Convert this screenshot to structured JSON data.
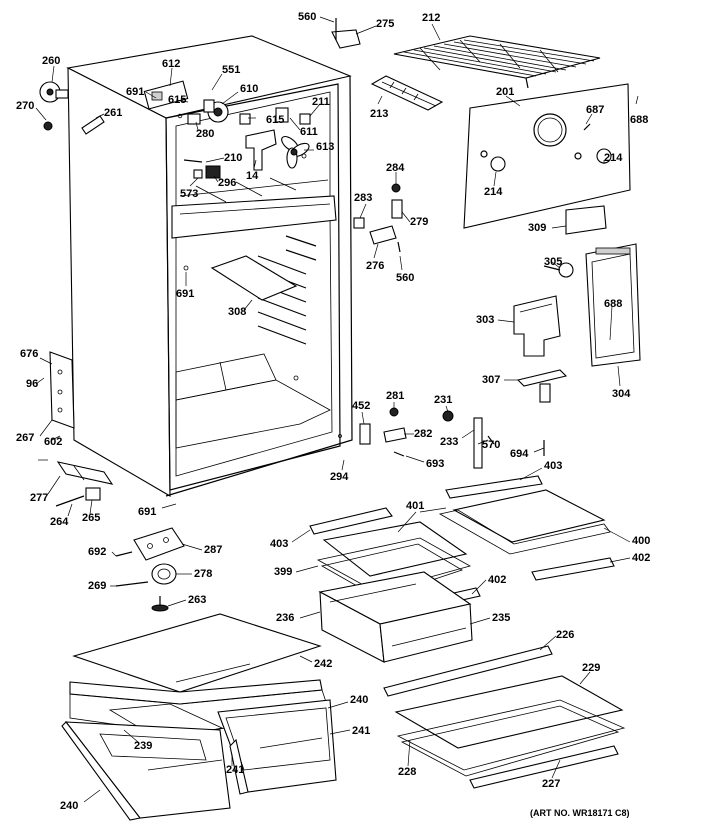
{
  "labels": {
    "p560a": "560",
    "p275": "275",
    "p212": "212",
    "p260": "260",
    "p270": "270",
    "p612": "612",
    "p551": "551",
    "p691a": "691",
    "p615a": "615",
    "p610": "610",
    "p261": "261",
    "p280": "280",
    "p615b": "615",
    "p211": "211",
    "p611": "611",
    "p210": "210",
    "p613": "613",
    "p573": "573",
    "p296": "296",
    "p14": "14",
    "p213": "213",
    "p201": "201",
    "p687": "687",
    "p688a": "688",
    "p214a": "214",
    "p214b": "214",
    "p284": "284",
    "p283": "283",
    "p279": "279",
    "p276": "276",
    "p560b": "560",
    "p309": "309",
    "p691b": "691",
    "p308": "308",
    "p305": "305",
    "p303": "303",
    "p688b": "688",
    "p307": "307",
    "p304": "304",
    "p676": "676",
    "p96": "96",
    "p267": "267",
    "p602": "602",
    "p277": "277",
    "p264": "264",
    "p265": "265",
    "p691c": "691",
    "p294": "294",
    "p452": "452",
    "p281": "281",
    "p282": "282",
    "p231": "231",
    "p233": "233",
    "p570": "570",
    "p693": "693",
    "p694": "694",
    "p403a": "403",
    "p401": "401",
    "p400": "400",
    "p402a": "402",
    "p403b": "403",
    "p399": "399",
    "p402b": "402",
    "p236": "236",
    "p235": "235",
    "p226": "226",
    "p692": "692",
    "p287": "287",
    "p278": "278",
    "p269": "269",
    "p263": "263",
    "p242": "242",
    "p229": "229",
    "p240a": "240",
    "p241a": "241",
    "p239": "239",
    "p241b": "241",
    "p228": "228",
    "p227": "227",
    "p240b": "240"
  },
  "art_number": "(ART NO. WR18171 C8)"
}
